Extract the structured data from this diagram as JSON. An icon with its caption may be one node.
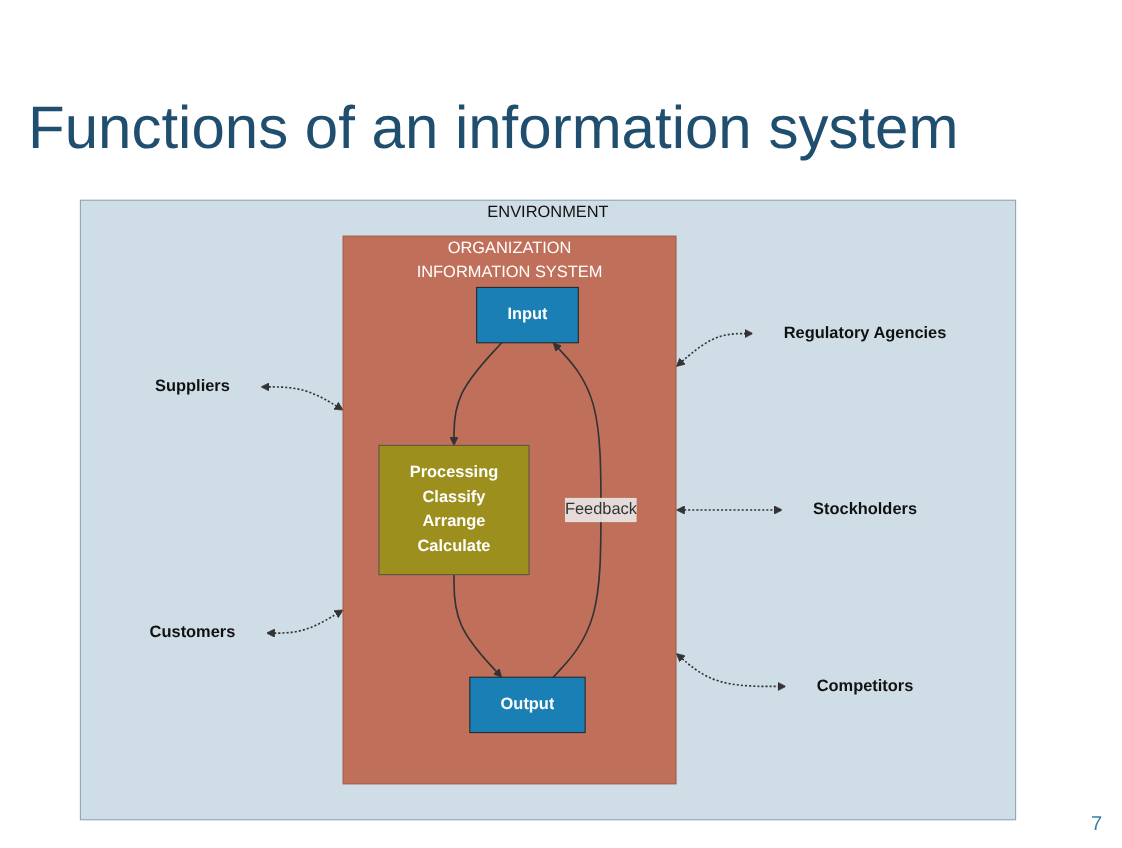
{
  "diagram": {
    "title": "Functions of an information system",
    "nodes": [
      {
        "text": [
          "ENVIRONMENT"
        ]
      },
      {
        "text": [
          "Suppliers"
        ],
        "in": 0
      },
      {
        "text": [
          "Customers"
        ],
        "in": 0
      },
      {
        "text": [
          "ORGANIZATION",
          "INFORMATION SYSTEM"
        ],
        "in": 0
      },
      {
        "text": [
          "Input"
        ],
        "in": 3
      },
      {
        "text": [
          "Processing",
          "Classify",
          "Arrange",
          "Calculate"
        ],
        "in": 3
      },
      {
        "text": [
          "Output"
        ],
        "in": 3
      },
      {
        "text": [
          "Regulatory Agencies"
        ],
        "in": 0
      },
      {
        "text": [
          "Stockholders"
        ],
        "in": 0
      },
      {
        "text": [
          "Competitors"
        ],
        "in": 0
      }
    ],
    "edges": [
      {
        "from": 1,
        "to": 3,
        "arrow": "both",
        "style": "dashed"
      },
      {
        "from": 2,
        "to": 3,
        "arrow": "both",
        "style": "dashed"
      },
      {
        "from": 4,
        "to": 5,
        "arrow": "to"
      },
      {
        "from": 5,
        "to": 6,
        "arrow": "to"
      },
      {
        "from": 6,
        "to": 4,
        "arrow": "to",
        "label": "Feedback"
      },
      {
        "from": 3,
        "to": 7,
        "arrow": "both",
        "style": "dashed"
      },
      {
        "from": 3,
        "to": 8,
        "arrow": "both",
        "style": "dashed"
      },
      {
        "from": 3,
        "to": 9,
        "arrow": "both",
        "style": "dashed"
      }
    ],
    "labels": [
      "7"
    ]
  }
}
